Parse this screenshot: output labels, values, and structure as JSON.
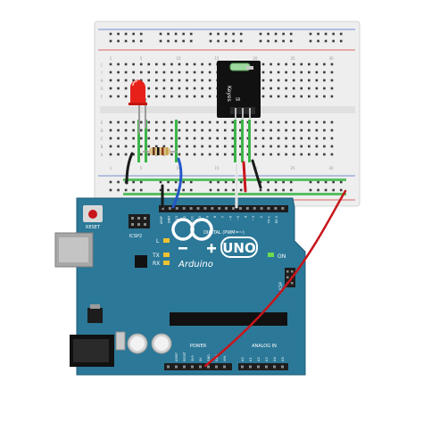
{
  "breadboard": {
    "numbers_top": [
      "1",
      "5",
      "10",
      "15",
      "20",
      "25",
      "30"
    ],
    "numbers_bottom": [
      "1",
      "5",
      "10",
      "15",
      "20",
      "25",
      "30"
    ],
    "letters_top": [
      "J",
      "I",
      "H",
      "G",
      "F"
    ],
    "letters_bottom": [
      "E",
      "D",
      "C",
      "B",
      "A"
    ]
  },
  "module": {
    "brand": "Keyes",
    "model": "SR"
  },
  "led": {
    "color": "#e8201a"
  },
  "arduino": {
    "logo_text": "Arduino",
    "model": "UNO",
    "reset_label": "RESET",
    "icsp_label": "ICSP2",
    "icsp_label_2": "ICSP",
    "digital_label": "DIGITAL (PWM=~)",
    "power_label": "POWER",
    "analog_label": "ANALOG IN",
    "on_label": "ON",
    "led_labels": [
      "L",
      "TX",
      "RX"
    ],
    "top_header_labels": [
      "AREF",
      "GND",
      "13",
      "12",
      "~11",
      "~10",
      "~9",
      "8",
      "7",
      "~6",
      "~5",
      "4",
      "~3",
      "2",
      "TX 1",
      "RX 0"
    ],
    "power_pin_labels": [
      "IOREF",
      "RESET",
      "3V3",
      "5V",
      "GND",
      "GND",
      "VIN"
    ],
    "analog_pin_labels": [
      "A0",
      "A1",
      "A2",
      "A3",
      "A4",
      "A5"
    ],
    "board_color": "#2b7898"
  },
  "wires": {
    "black": "#1a1a1a",
    "blue": "#2457c8",
    "white": "#f4f4f4",
    "red": "#c8151b"
  }
}
